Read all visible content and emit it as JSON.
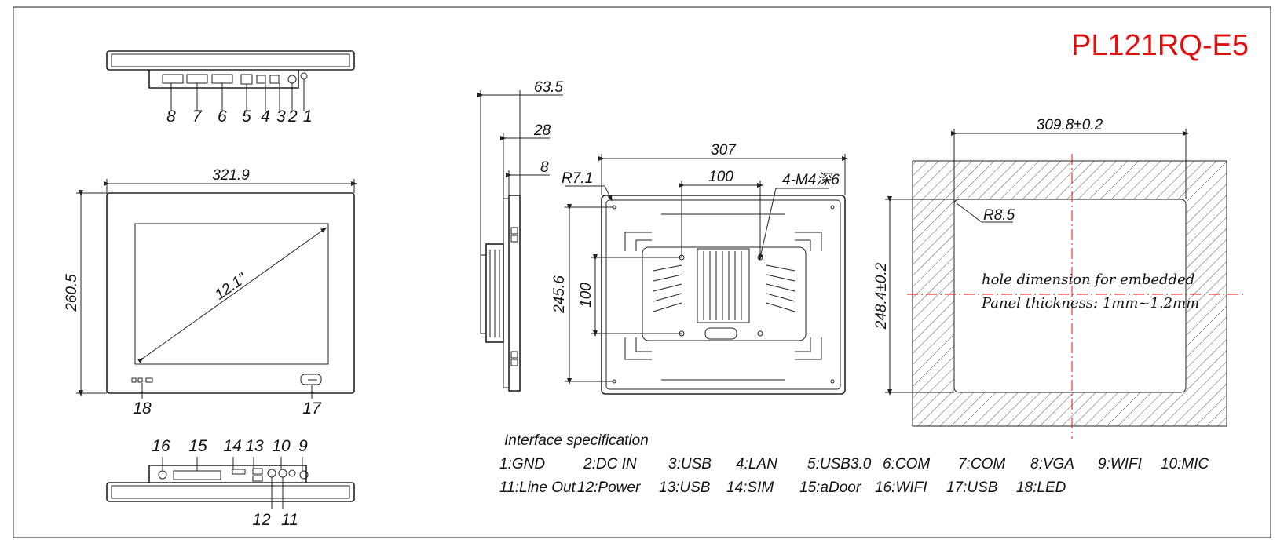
{
  "model": "PL121RQ-E5",
  "front_view": {
    "width_dim": "321.9",
    "height_dim": "260.5",
    "diag": "12.1\"",
    "callouts": [
      "18",
      "17"
    ]
  },
  "top_ports_callouts": [
    "8",
    "7",
    "6",
    "5",
    "4",
    "3",
    "2",
    "1"
  ],
  "bottom_ports_callouts": {
    "upper": [
      "16",
      "15",
      "14",
      "13",
      "10",
      "9"
    ],
    "lower": [
      "12",
      "11"
    ]
  },
  "side_view": {
    "d_total": "63.5",
    "d_mid": "28",
    "d_front": "8"
  },
  "rear_view": {
    "width": "307",
    "hole_spacing_w": "100",
    "screw_note": "4-M4深6",
    "radius": "R7.1",
    "height": "245.6",
    "hole_spacing_h": "100"
  },
  "cutout": {
    "width": "309.8±0.2",
    "height": "248.4±0.2",
    "radius": "R8.5",
    "note_line1": "hole dimension for embedded",
    "note_line2": "Panel thickness: 1mm~1.2mm"
  },
  "interface": {
    "heading": "Interface specification",
    "row1": [
      "1:GND",
      "2:DC IN",
      "3:USB",
      "4:LAN",
      "5:USB3.0",
      "6:COM",
      "7:COM",
      "8:VGA",
      "9:WIFI",
      "10:MIC"
    ],
    "row2": [
      "11:Line Out",
      "12:Power",
      "13:USB",
      "14:SIM",
      "15:aDoor",
      "16:WIFI",
      "17:USB",
      "18:LED"
    ]
  }
}
